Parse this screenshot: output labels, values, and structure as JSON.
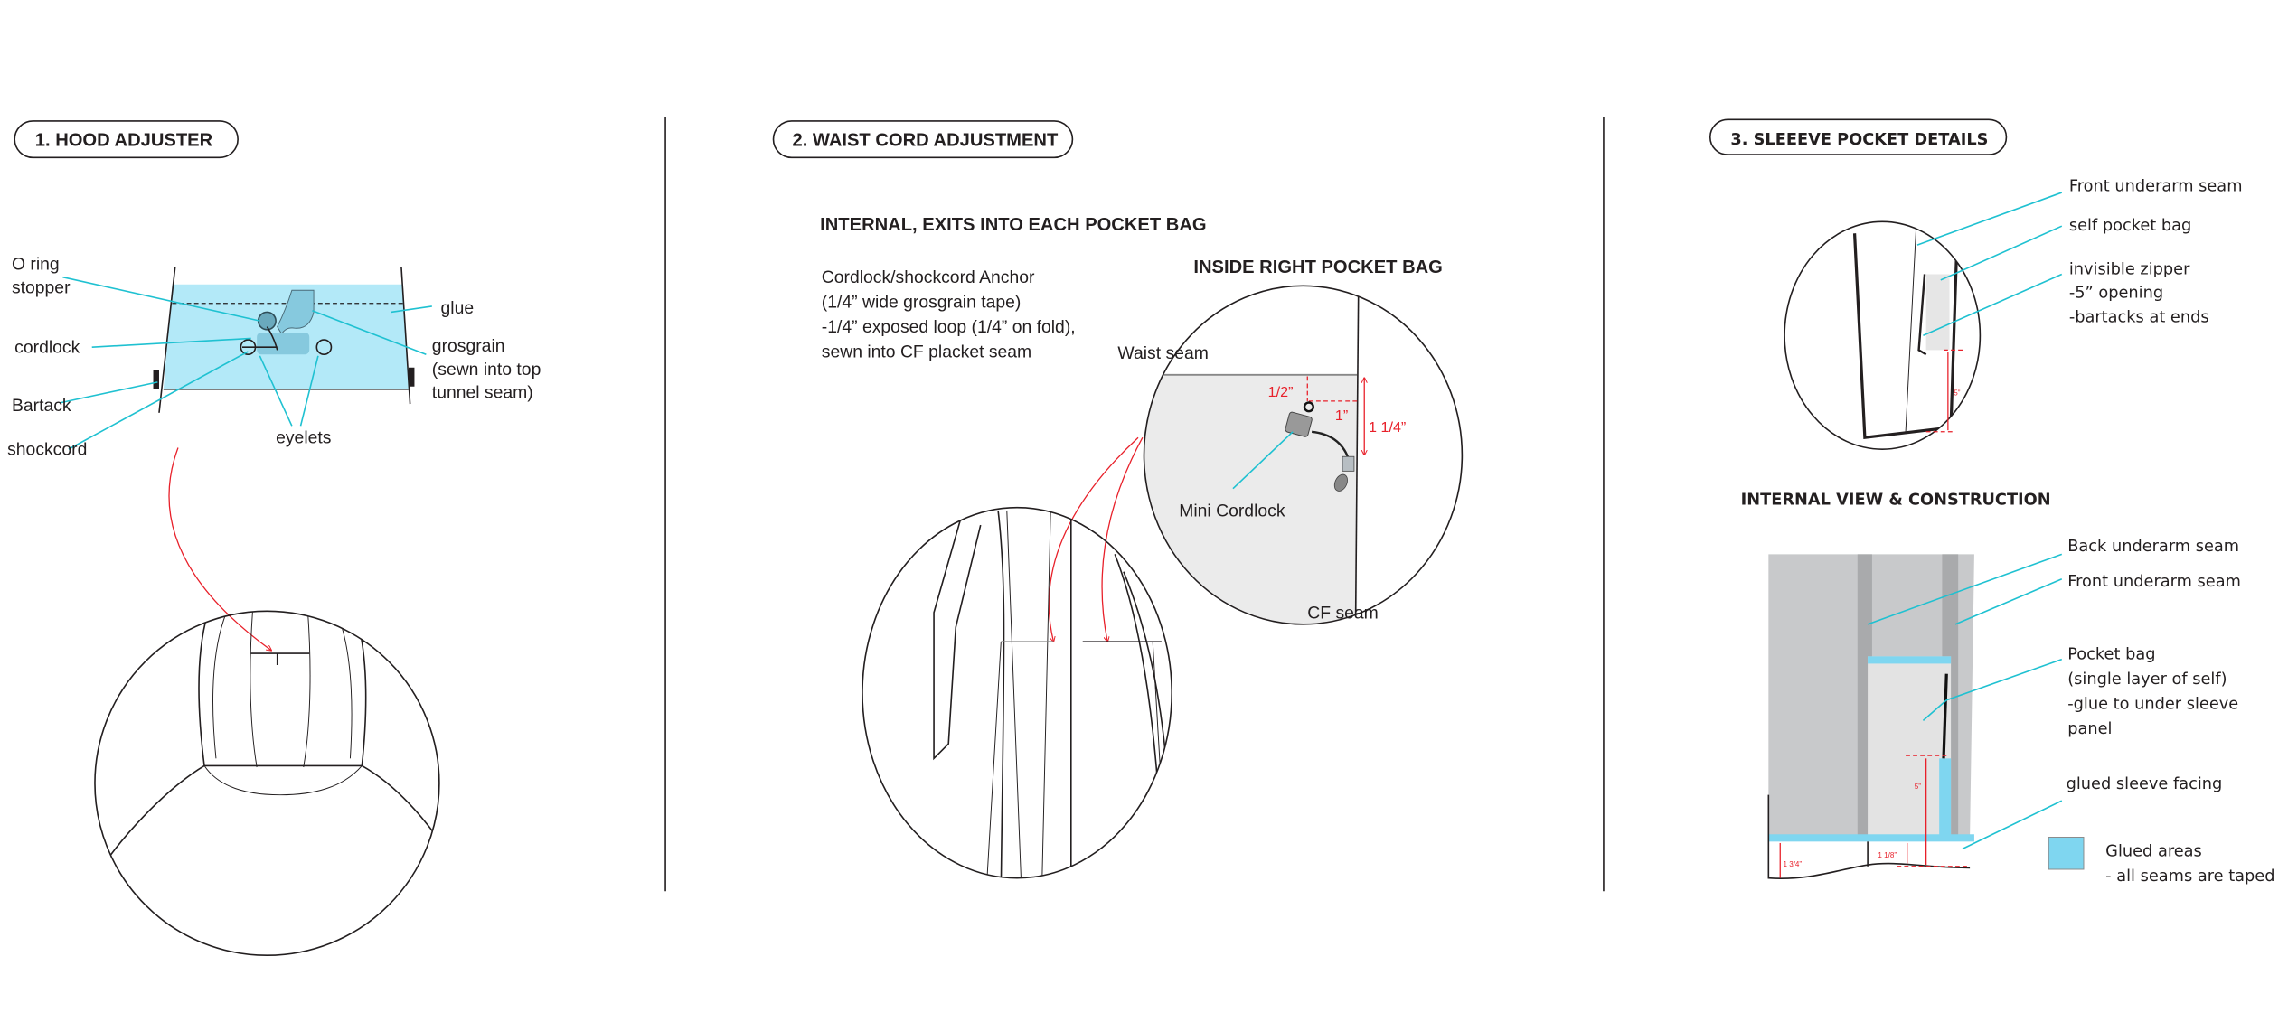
{
  "colors": {
    "leader": "#1fc1d1",
    "glue": "#b3e9f8",
    "dimension": "#e8202a",
    "legend_swatch": "#7fd6f0",
    "panel_grey": "#c8c9cb"
  },
  "panel1": {
    "title": "1. HOOD ADJUSTER",
    "labels": {
      "o_ring_1": "O ring",
      "o_ring_2": "stopper",
      "cordlock": "cordlock",
      "bartack": "Bartack",
      "shockcord": "shockcord",
      "eyelets": "eyelets",
      "glue": "glue",
      "grosgrain_1": "grosgrain",
      "grosgrain_2": "(sewn into top",
      "grosgrain_3": "tunnel seam)"
    }
  },
  "panel2": {
    "title": "2. WAIST CORD ADJUSTMENT",
    "subtitle": "INTERNAL, EXITS INTO EACH POCKET BAG",
    "note": [
      "Cordlock/shockcord Anchor",
      "(1/4” wide grosgrain tape)",
      "-1/4” exposed loop (1/4” on fold),",
      "sewn into CF placket seam"
    ],
    "detail_title": "INSIDE RIGHT POCKET BAG",
    "labels": {
      "waist_seam": "Waist seam",
      "mini_cordlock": "Mini Cordlock",
      "cf_seam": "CF seam"
    },
    "dimensions": {
      "half": "1/2”",
      "one": "1”",
      "one_quarter": "1 1/4”"
    }
  },
  "panel3": {
    "title": "3. SLEEEVE POCKET DETAILS",
    "top_labels": {
      "front_underarm": "Front underarm seam",
      "self_pocket_bag": "self pocket bag",
      "zipper_1": "invisible zipper",
      "zipper_2": "-5” opening",
      "zipper_3": "-bartacks at ends"
    },
    "top_dimension": "5”",
    "internal_title": "INTERNAL VIEW & CONSTRUCTION",
    "internal_labels": {
      "back_underarm": "Back underarm seam",
      "front_underarm": "Front underarm seam",
      "pocket_1": "Pocket bag",
      "pocket_2": "(single layer of self)",
      "pocket_3": "-glue to under sleeve",
      "pocket_4": "panel",
      "facing": "glued sleeve facing"
    },
    "internal_dimensions": {
      "five": "5”",
      "one_three_quarter": "1 3/4”",
      "one_eighth": "1 1/8”"
    },
    "legend": {
      "line1": "Glued areas",
      "line2": "- all seams are taped"
    }
  }
}
